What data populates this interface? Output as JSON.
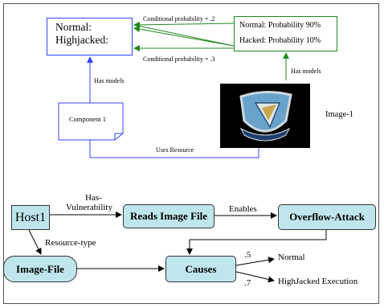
{
  "state_box": {
    "line1": "Normal:",
    "line2": "Highjacked:"
  },
  "prob_box": {
    "line1": "Normal: Probability 90%",
    "line2": "Hacked: Probability 10%"
  },
  "edge_labels": {
    "cond_top": "Conditional probability = .2",
    "cond_bottom": "Conditional probability = .3",
    "has_models_right": "Has models",
    "has_models_left": "Has models",
    "uses_resource": "Uses Resource"
  },
  "component": {
    "label": "Component 1"
  },
  "image_label": "Image-1",
  "nodes": {
    "host": "Host1",
    "reads": "Reads Image File",
    "overflow": "Overflow-Attack",
    "causes": "Causes",
    "image_file": "Image-File"
  },
  "flow_labels": {
    "has_vuln_1": "Has-",
    "has_vuln_2": "Vulnerability",
    "enables": "Enables",
    "resource_type": "Resource-type",
    "p_normal": ".5",
    "p_hijacked": ".7",
    "normal": "Normal",
    "hijacked_exec": "HighJacked Execution"
  },
  "colors": {
    "blue": "#3344ff",
    "green": "#1f8a1f",
    "node_fill": "#bfe6ec"
  }
}
